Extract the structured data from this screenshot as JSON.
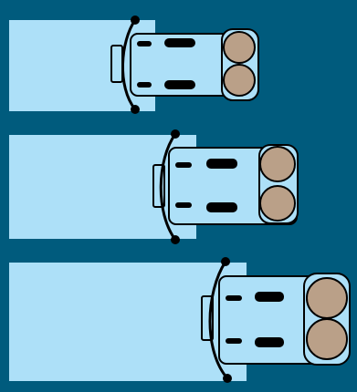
{
  "colors": {
    "background": "#005b7d",
    "lane": "#ade0f8",
    "outline": "#000000",
    "wheel": "#baa088",
    "slot": "#000000"
  },
  "scene": {
    "lanes": [
      {
        "id": "lane-1",
        "racer": "racer-1"
      },
      {
        "id": "lane-2",
        "racer": "racer-2"
      },
      {
        "id": "lane-3",
        "racer": "racer-3"
      }
    ]
  }
}
